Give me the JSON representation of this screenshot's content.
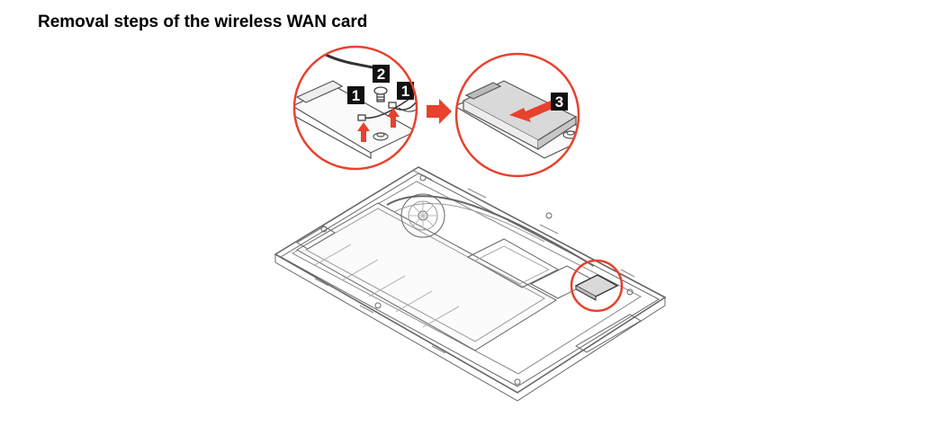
{
  "title": "Removal steps of the wireless WAN card",
  "colors": {
    "accent": "#e8412c",
    "line": "#555555",
    "tag_bg": "#111111",
    "tag_text": "#ffffff",
    "card_fill": "#d9d9d9"
  },
  "steps": [
    {
      "label": "1",
      "action": "disconnect-antenna-cable"
    },
    {
      "label": "2",
      "action": "remove-screw"
    },
    {
      "label": "1",
      "action": "disconnect-antenna-cable"
    },
    {
      "label": "3",
      "action": "slide-out-card"
    }
  ],
  "icons": {
    "step_arrow": "arrow-right-icon",
    "pull_arrow": "arrow-up-icon",
    "slide_arrow": "arrow-left-icon",
    "screw": "screw-icon"
  }
}
